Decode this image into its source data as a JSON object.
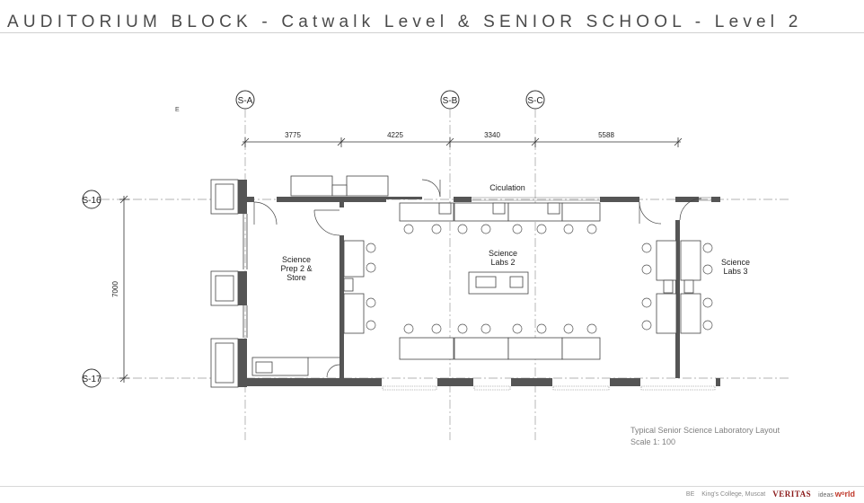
{
  "header": {
    "title": "AUDITORIUM BLOCK - Catwalk Level & SENIOR SCHOOL - Level 2"
  },
  "plan": {
    "grid_columns": [
      "S-A",
      "S-B",
      "S-C"
    ],
    "grid_rows": [
      "S-16",
      "S-17"
    ],
    "dimensions_top": [
      "3775",
      "4225",
      "3340",
      "5588"
    ],
    "dimension_side": "7000",
    "mark_e": "E",
    "rooms": {
      "circulation": "Ciculation",
      "prep_line1": "Science",
      "prep_line2": "Prep 2 &",
      "prep_line3": "Store",
      "labs2_line1": "Science",
      "labs2_line2": "Labs 2",
      "labs3_line1": "Science",
      "labs3_line2": "Labs 3"
    }
  },
  "caption": {
    "line1": "Typical Senior Science Laboratory Layout",
    "line2": "Scale 1: 100"
  },
  "footer": {
    "code": "BE",
    "school": "King's College, Muscat",
    "brand": "VERITAS",
    "logo_small": "ideas",
    "logo_main": "wᵒrld"
  },
  "colors": {
    "wall": "#555555",
    "line": "#333333",
    "grid": "#999999",
    "text": "#4a4a4a"
  }
}
